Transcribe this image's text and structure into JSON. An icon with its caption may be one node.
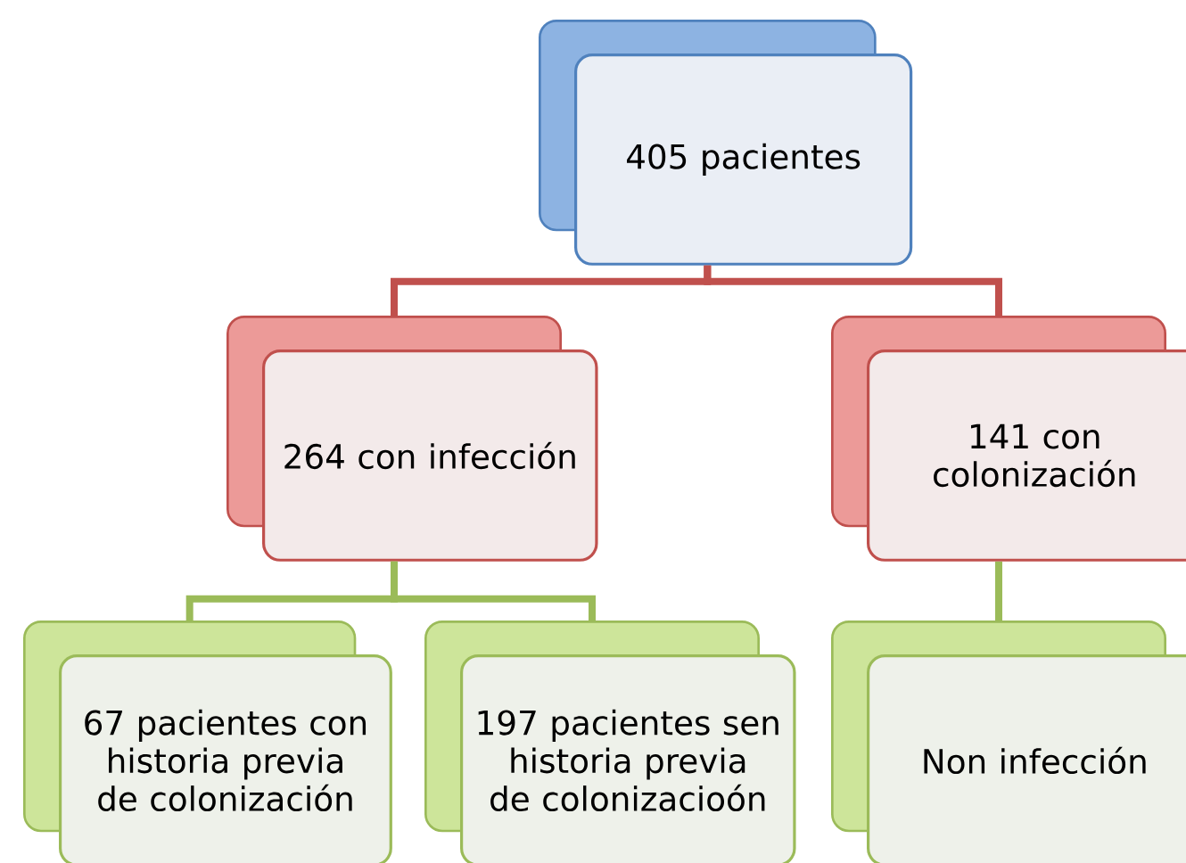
{
  "diagram": {
    "nodes": [
      {
        "text": [
          "405 pacientes"
        ]
      },
      {
        "text": [
          "264 con infección"
        ]
      },
      {
        "text": [
          "141 con colonización"
        ]
      },
      {
        "text": [
          "67 pacientes con historia previa de colonización"
        ]
      },
      {
        "text": [
          "197 pacientes sen historia previa de colonizacioón"
        ]
      },
      {
        "text": [
          "Non infección"
        ]
      }
    ],
    "edges": [
      {
        "from": 0,
        "to": 1,
        "arrow": "none",
        "color": "#c0504d"
      },
      {
        "from": 0,
        "to": 2,
        "arrow": "none",
        "color": "#c0504d"
      },
      {
        "from": 1,
        "to": 3,
        "arrow": "none"
      },
      {
        "from": 1,
        "to": 4,
        "arrow": "none"
      },
      {
        "from": 2,
        "to": 5,
        "arrow": "none"
      }
    ]
  }
}
